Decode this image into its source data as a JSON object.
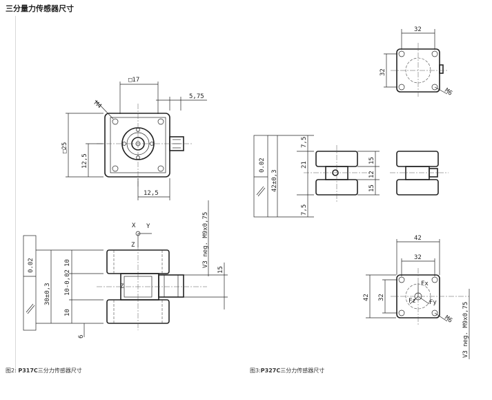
{
  "title": "三分量力传感器尺寸",
  "fig2": {
    "caption_prefix": "图2: ",
    "caption_model": "P317C",
    "caption_suffix": "三分力传感器尺寸",
    "top_view": {
      "dim_width": "□17",
      "dim_offset": "5,75",
      "thread": "M4",
      "dim_outer": "□25",
      "dim_half_v": "12,5",
      "dim_half_h": "12,5"
    },
    "side_view": {
      "axis_x": "X",
      "axis_y": "Y",
      "axis_z": "Z",
      "tolerance_value": "0.02",
      "height": "30±0,3",
      "top_height": "10",
      "mid_height": "10-0,02",
      "bottom_height": "10",
      "foot": "6",
      "connector_dim": "15",
      "connector_label": "V3 neg. M9x0,75",
      "body_label_z": "Z"
    }
  },
  "fig3": {
    "caption_prefix": "图3:",
    "caption_model": "P327C",
    "caption_suffix": "三分力传感器尺寸",
    "top_view": {
      "dim_width": "32",
      "dim_height": "32",
      "thread": "M6"
    },
    "side_view": {
      "tolerance_value": "0.02",
      "height": "42±0,3",
      "top_gap": "7,5",
      "mid": "21",
      "bottom_gap": "7,5",
      "right_a": "15",
      "right_b": "12",
      "right_c": "15"
    },
    "bottom_view": {
      "dim_outer_w": "42",
      "dim_inner_w": "32",
      "dim_outer_h": "42",
      "dim_inner_h": "32",
      "fx": "Fx",
      "fy": "Fy",
      "fz": "Fz",
      "thread": "M6",
      "connector_label": "V3 neg. M9x0,75"
    }
  }
}
